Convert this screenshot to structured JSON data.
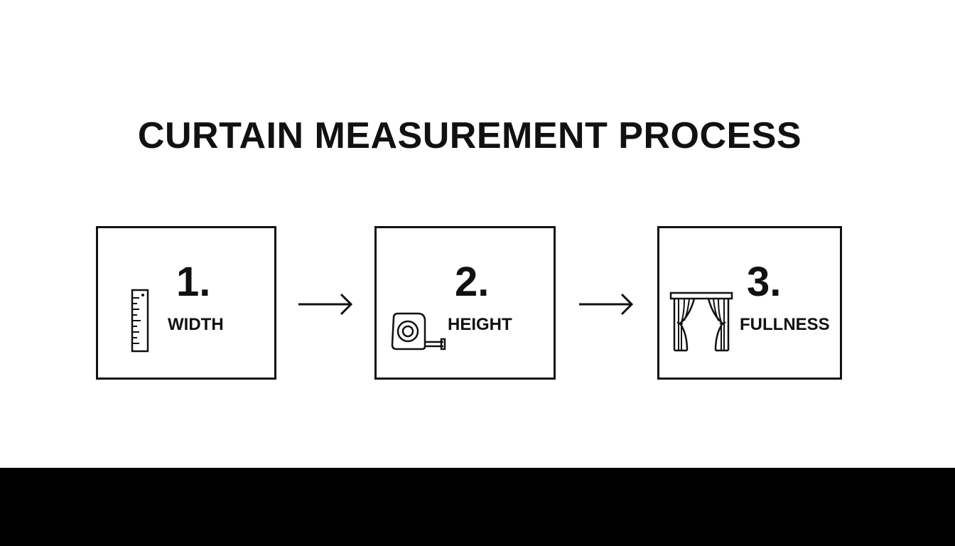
{
  "title": "CURTAIN MEASUREMENT PROCESS",
  "steps": [
    {
      "number": "1.",
      "label": "WIDTH",
      "icon": "ruler-icon"
    },
    {
      "number": "2.",
      "label": "HEIGHT",
      "icon": "tape-measure-icon"
    },
    {
      "number": "3.",
      "label": "FULLNESS",
      "icon": "curtain-icon"
    }
  ],
  "colors": {
    "ink": "#111111",
    "background": "#ffffff",
    "bottom_bar": "#000000"
  }
}
